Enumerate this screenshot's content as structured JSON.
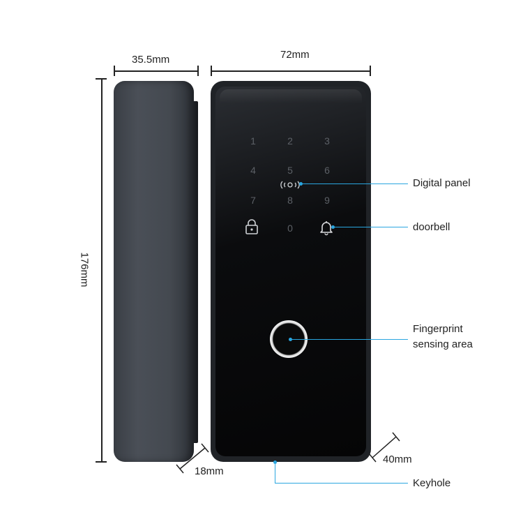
{
  "dimensions": {
    "side_width": "35.5mm",
    "front_width": "72mm",
    "height": "176mm",
    "side_depth": "18mm",
    "front_depth": "40mm"
  },
  "keypad": {
    "keys": [
      "1",
      "2",
      "3",
      "4",
      "5",
      "6",
      "7",
      "8",
      "9",
      "0"
    ]
  },
  "callouts": {
    "digital_panel": "Digital panel",
    "doorbell": "doorbell",
    "fingerprint_line1": "Fingerprint",
    "fingerprint_line2": "sensing area",
    "keyhole": "Keyhole"
  },
  "colors": {
    "callout_line": "#2aa6e0",
    "body": "#41454c",
    "glass": "#050506"
  },
  "icons": [
    "lock-icon",
    "bell-icon",
    "nfc-icon",
    "fingerprint-sensor-icon"
  ]
}
